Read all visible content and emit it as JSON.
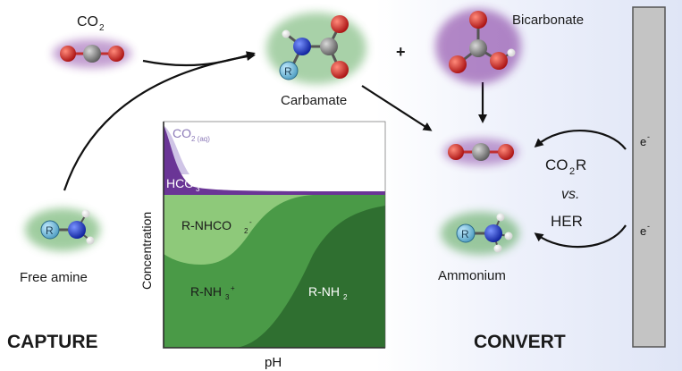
{
  "labels": {
    "co2_formula": "CO",
    "co2_sub": "2",
    "carbamate": "Carbamate",
    "plus": "+",
    "bicarbonate": "Bicarbonate",
    "free_amine": "Free amine",
    "ammonium": "Ammonium",
    "capture": "CAPTURE",
    "convert": "CONVERT",
    "co2r_main": "CO",
    "co2r_sub": "2",
    "co2r_tail": "R",
    "vs": "vs.",
    "her": "HER",
    "electron_1": "e",
    "electron_1_sup": "-",
    "electron_2": "e",
    "electron_2_sup": "-",
    "atom_r": "R"
  },
  "chart": {
    "ylabel": "Concentration",
    "xlabel": "pH",
    "co2aq_main": "CO",
    "co2aq_sub": "2 (aq)",
    "hco3_main": "HCO",
    "hco3_sub": "3",
    "hco3_sup": "-",
    "carbamate_main": "R-NHCO",
    "carbamate_sub": "2",
    "carbamate_sup": "-",
    "nh3_main": "R-NH",
    "nh3_sub": "3",
    "nh3_sup": "+",
    "nh2_main": "R-NH",
    "nh2_sub": "2"
  },
  "colors": {
    "carbon": "#8a8a8a",
    "oxygen": "#e0201f",
    "nitrogen": "#1f3fd8",
    "hydrogen": "#ffffff",
    "r_group": "#6fb5d6",
    "green_glow": "#3f9a3f",
    "purple_glow": "#7a2a9a",
    "electrode": "#c4c4c4",
    "co2_aq_fill": "#cfc4e6",
    "hco3_fill": "#6a3596",
    "carbamate_fill": "#8ec97a",
    "nh3_fill": "#4a9a47",
    "nh2_fill": "#2f6f30"
  }
}
